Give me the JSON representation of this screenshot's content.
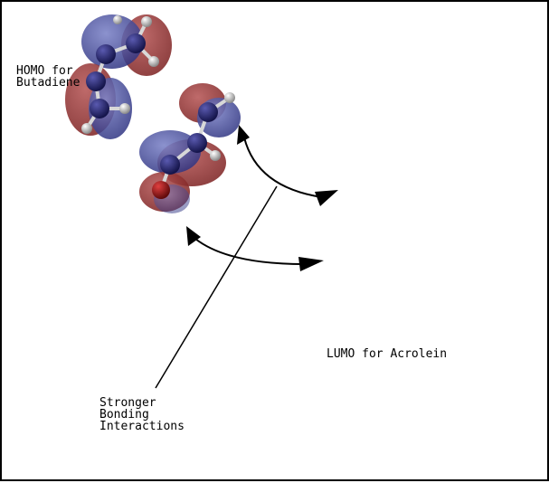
{
  "labels": {
    "homo_line1": "HOMO for",
    "homo_line2": "Butadiene",
    "lumo": "LUMO for Acrolein",
    "bonding_line1": "Stronger",
    "bonding_line2": "Bonding",
    "bonding_line3": "Interactions"
  },
  "colors": {
    "lobe_red": "#8e2a2a",
    "lobe_blue": "#3a3f8c",
    "atom_carbon": "#20206a",
    "atom_oxygen": "#8a0f0f",
    "atom_hydrogen": "#c8c8c8",
    "ink": "#000000"
  }
}
